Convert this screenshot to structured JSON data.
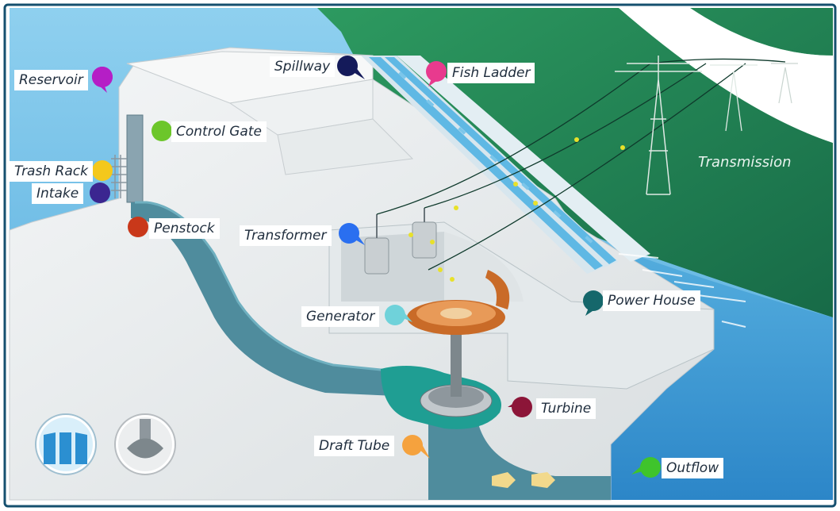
{
  "labels": {
    "reservoir": "Reservoir",
    "control_gate": "Control Gate",
    "trash_rack": "Trash Rack",
    "intake": "Intake",
    "penstock": "Penstock",
    "spillway": "Spillway",
    "fish_ladder": "Fish Ladder",
    "transformer": "Transformer",
    "generator": "Generator",
    "turbine": "Turbine",
    "draft_tube": "Draft Tube",
    "power_house": "Power House",
    "outflow": "Outflow",
    "transmission": "Transmission"
  },
  "colors": {
    "reservoir": "#b51ec6",
    "control_gate": "#6cc62a",
    "trash_rack": "#f4c81c",
    "intake": "#3b2690",
    "penstock": "#c9381a",
    "spillway": "#141a5a",
    "fish_ladder": "#e83a8e",
    "transformer": "#2a6ff0",
    "generator": "#6fd2da",
    "turbine": "#8c1538",
    "draft_tube": "#f5a23e",
    "power_house": "#15676b",
    "outflow": "#3fc42c",
    "frame": "#15506f",
    "water": "#5fb8e4",
    "hill": "#1f7a52",
    "penstock_water": "#4f8c9d"
  }
}
